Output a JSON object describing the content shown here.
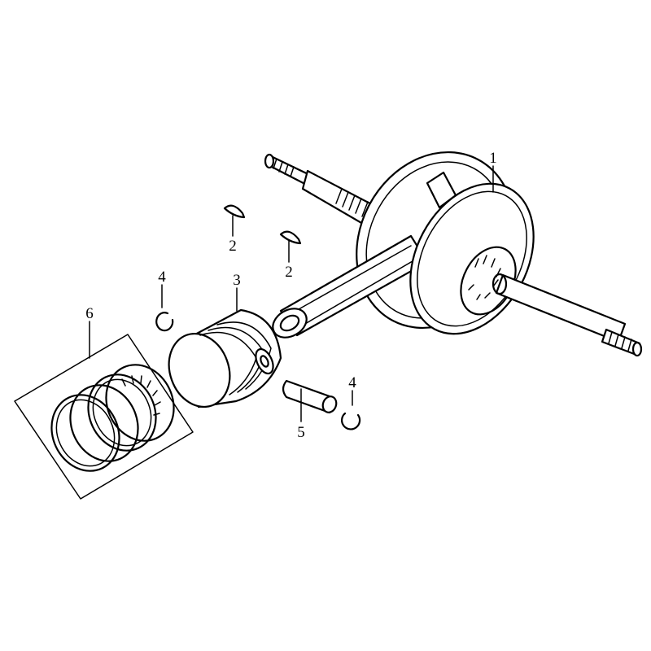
{
  "callouts": [
    {
      "id": "crankshaft",
      "number": "1"
    },
    {
      "id": "woodruff-key-a",
      "number": "2"
    },
    {
      "id": "woodruff-key-b",
      "number": "2"
    },
    {
      "id": "piston",
      "number": "3"
    },
    {
      "id": "circlip-a",
      "number": "4"
    },
    {
      "id": "circlip-b",
      "number": "4"
    },
    {
      "id": "piston-pin",
      "number": "5"
    },
    {
      "id": "piston-ring-set",
      "number": "6"
    }
  ]
}
